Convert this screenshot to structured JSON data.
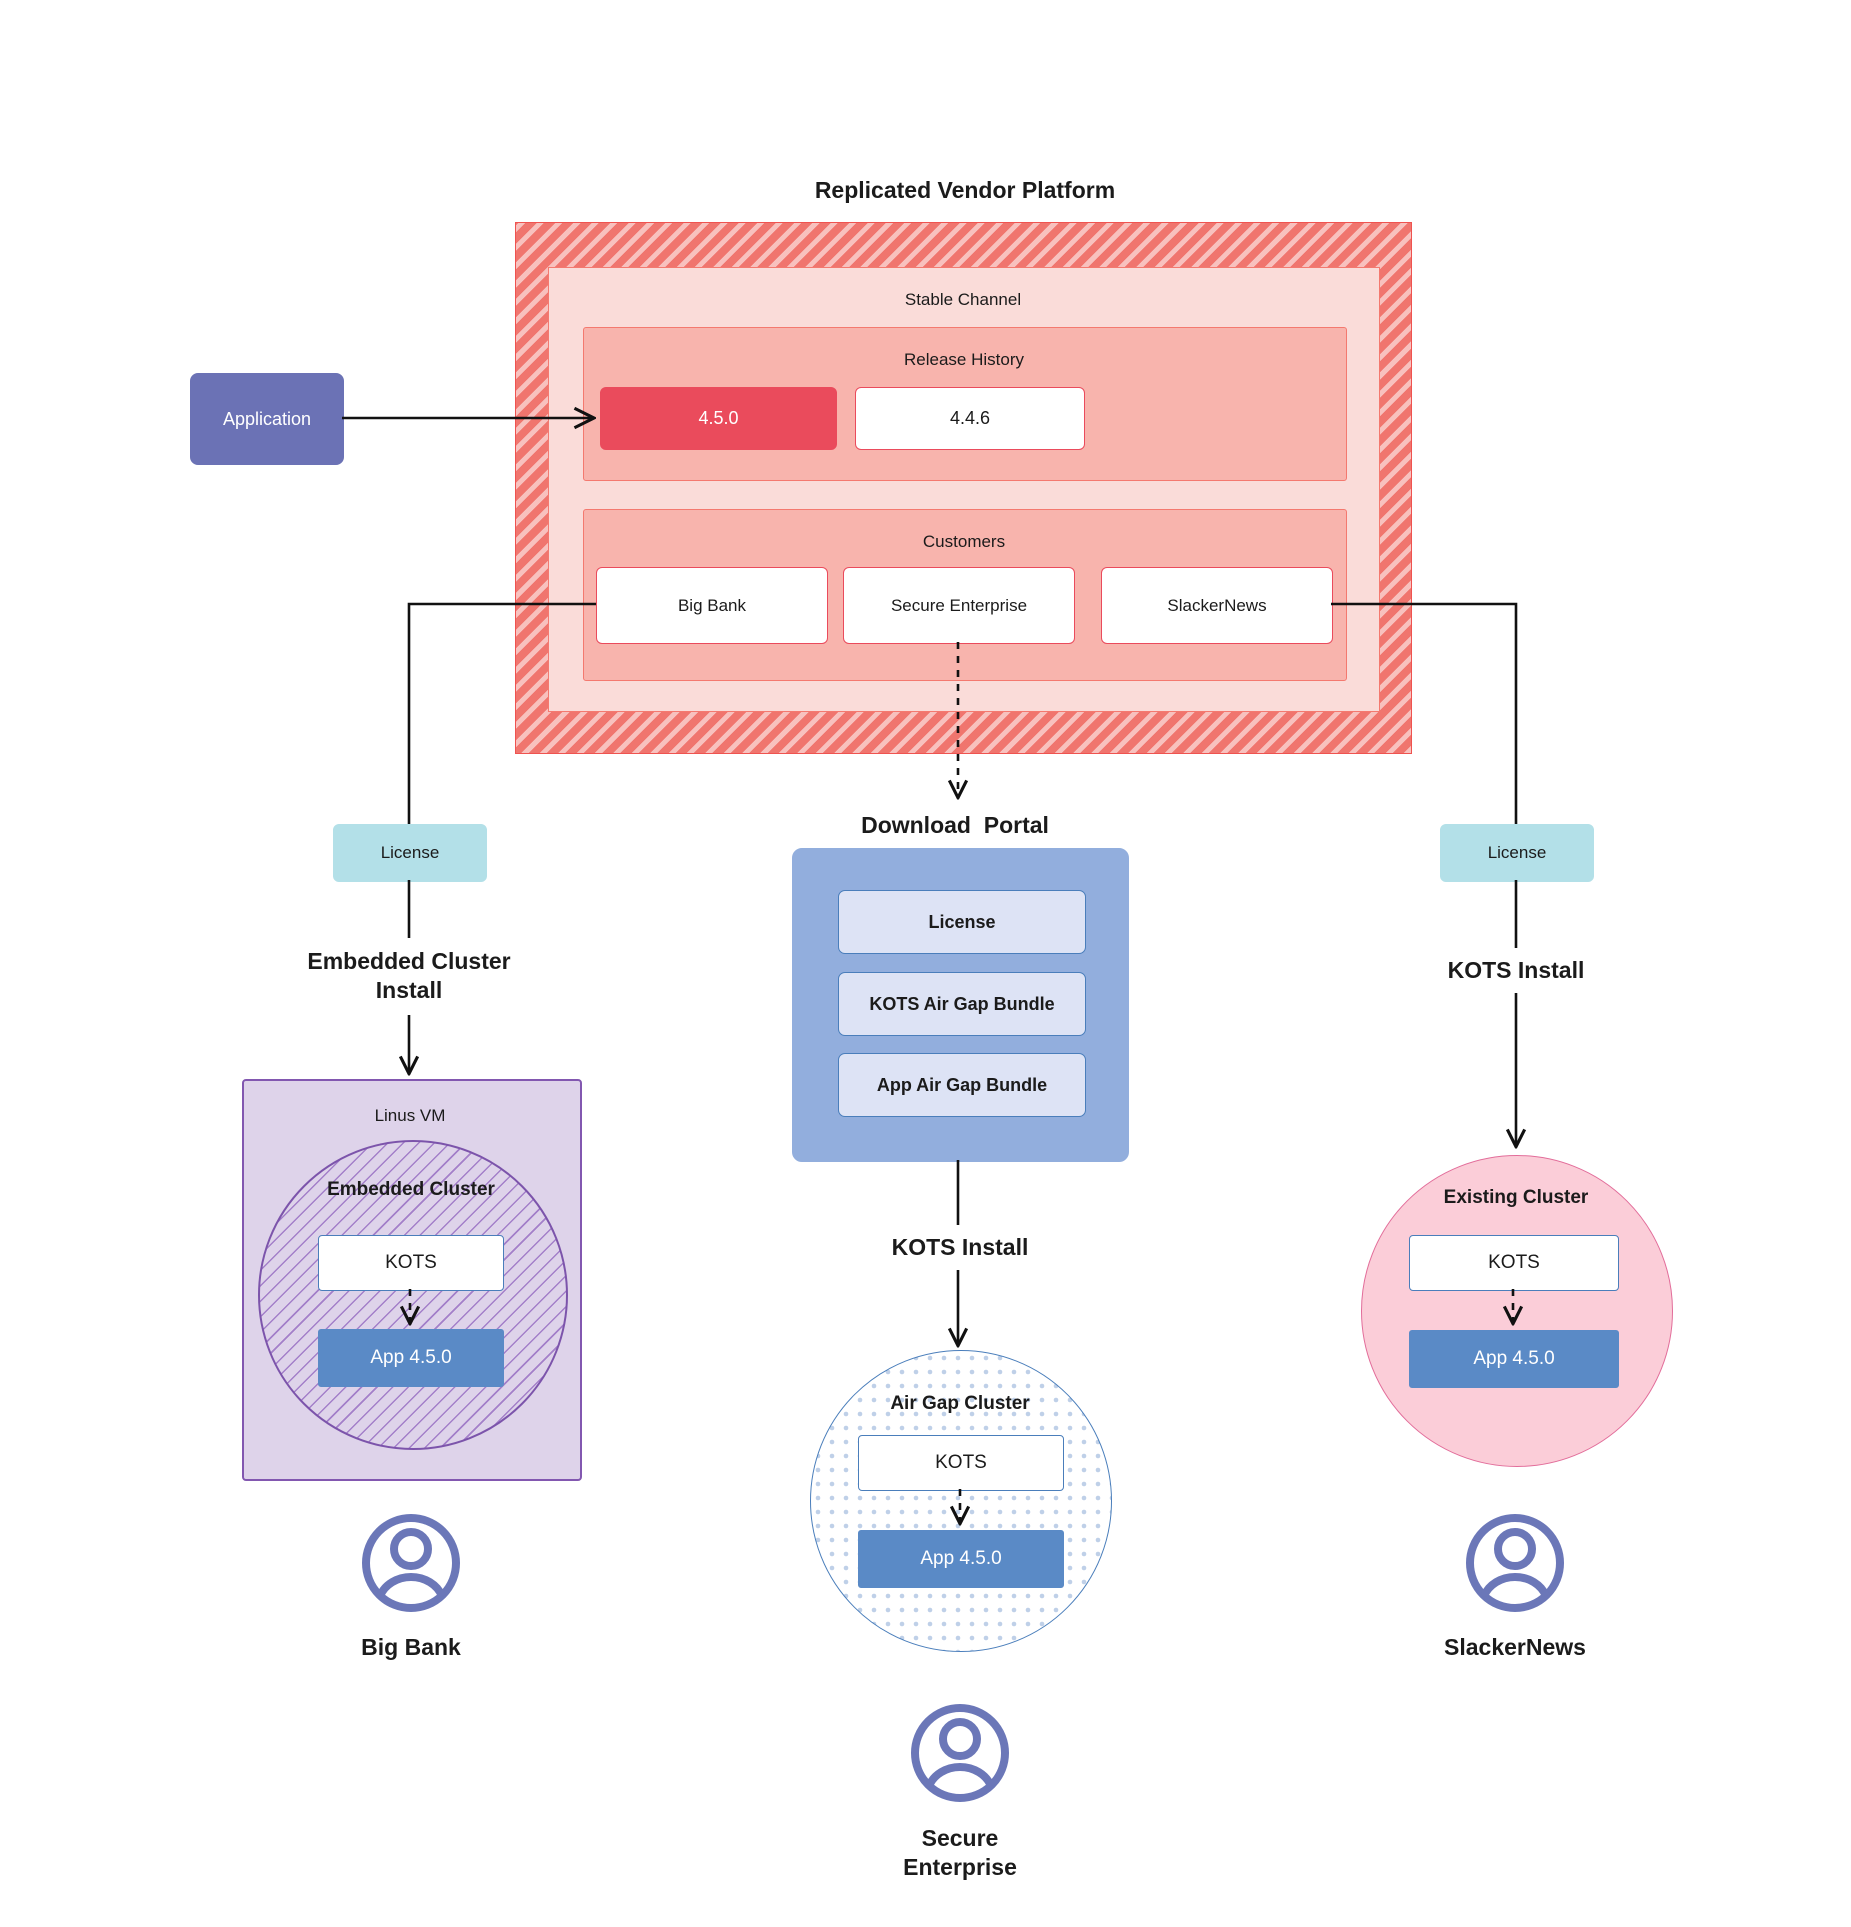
{
  "diagram": {
    "platform_title": "Replicated Vendor Platform",
    "application_box": {
      "label": "Application"
    },
    "channel": {
      "title": "Stable Channel",
      "release_history": {
        "title": "Release History",
        "releases": [
          {
            "version": "4.5.0",
            "state": "active"
          },
          {
            "version": "4.4.6",
            "state": "inactive"
          }
        ]
      },
      "customers": {
        "title": "Customers",
        "items": [
          {
            "name": "Big Bank"
          },
          {
            "name": "Secure\nEnterprise"
          },
          {
            "name": "SlackerNews"
          }
        ]
      }
    },
    "branches": {
      "left": {
        "license_label": "License",
        "install_label": "Embedded Cluster\nInstall",
        "vm_title": "Linus VM",
        "cluster_title": "Embedded Cluster",
        "kots_label": "KOTS",
        "app_label": "App 4.5.0",
        "person_label": "Big Bank"
      },
      "center": {
        "portal_title": "Download  Portal",
        "portal_items": [
          {
            "label": "License"
          },
          {
            "label": "KOTS Air Gap Bundle"
          },
          {
            "label": "App Air Gap Bundle"
          }
        ],
        "install_label": "KOTS Install",
        "cluster_title": "Air Gap Cluster",
        "kots_label": "KOTS",
        "app_label": "App 4.5.0",
        "person_label": "Secure\nEnterprise"
      },
      "right": {
        "license_label": "License",
        "install_label": "KOTS Install",
        "cluster_title": "Existing Cluster",
        "kots_label": "KOTS",
        "app_label": "App 4.5.0",
        "person_label": "SlackerNews"
      }
    },
    "icons": {
      "avatar": "user-avatar-icon"
    },
    "colors": {
      "platform_red": "#f0756e",
      "release_active": "#ea4b5c",
      "application_purple": "#6b72b5",
      "license_cyan": "#b3e0e8",
      "portal_blue": "#92aedd",
      "app_blue": "#5a8ac6",
      "vm_purple": "#ded3ea",
      "existing_pink": "#fbcdd8",
      "avatar_blue": "#6b77b8"
    }
  }
}
